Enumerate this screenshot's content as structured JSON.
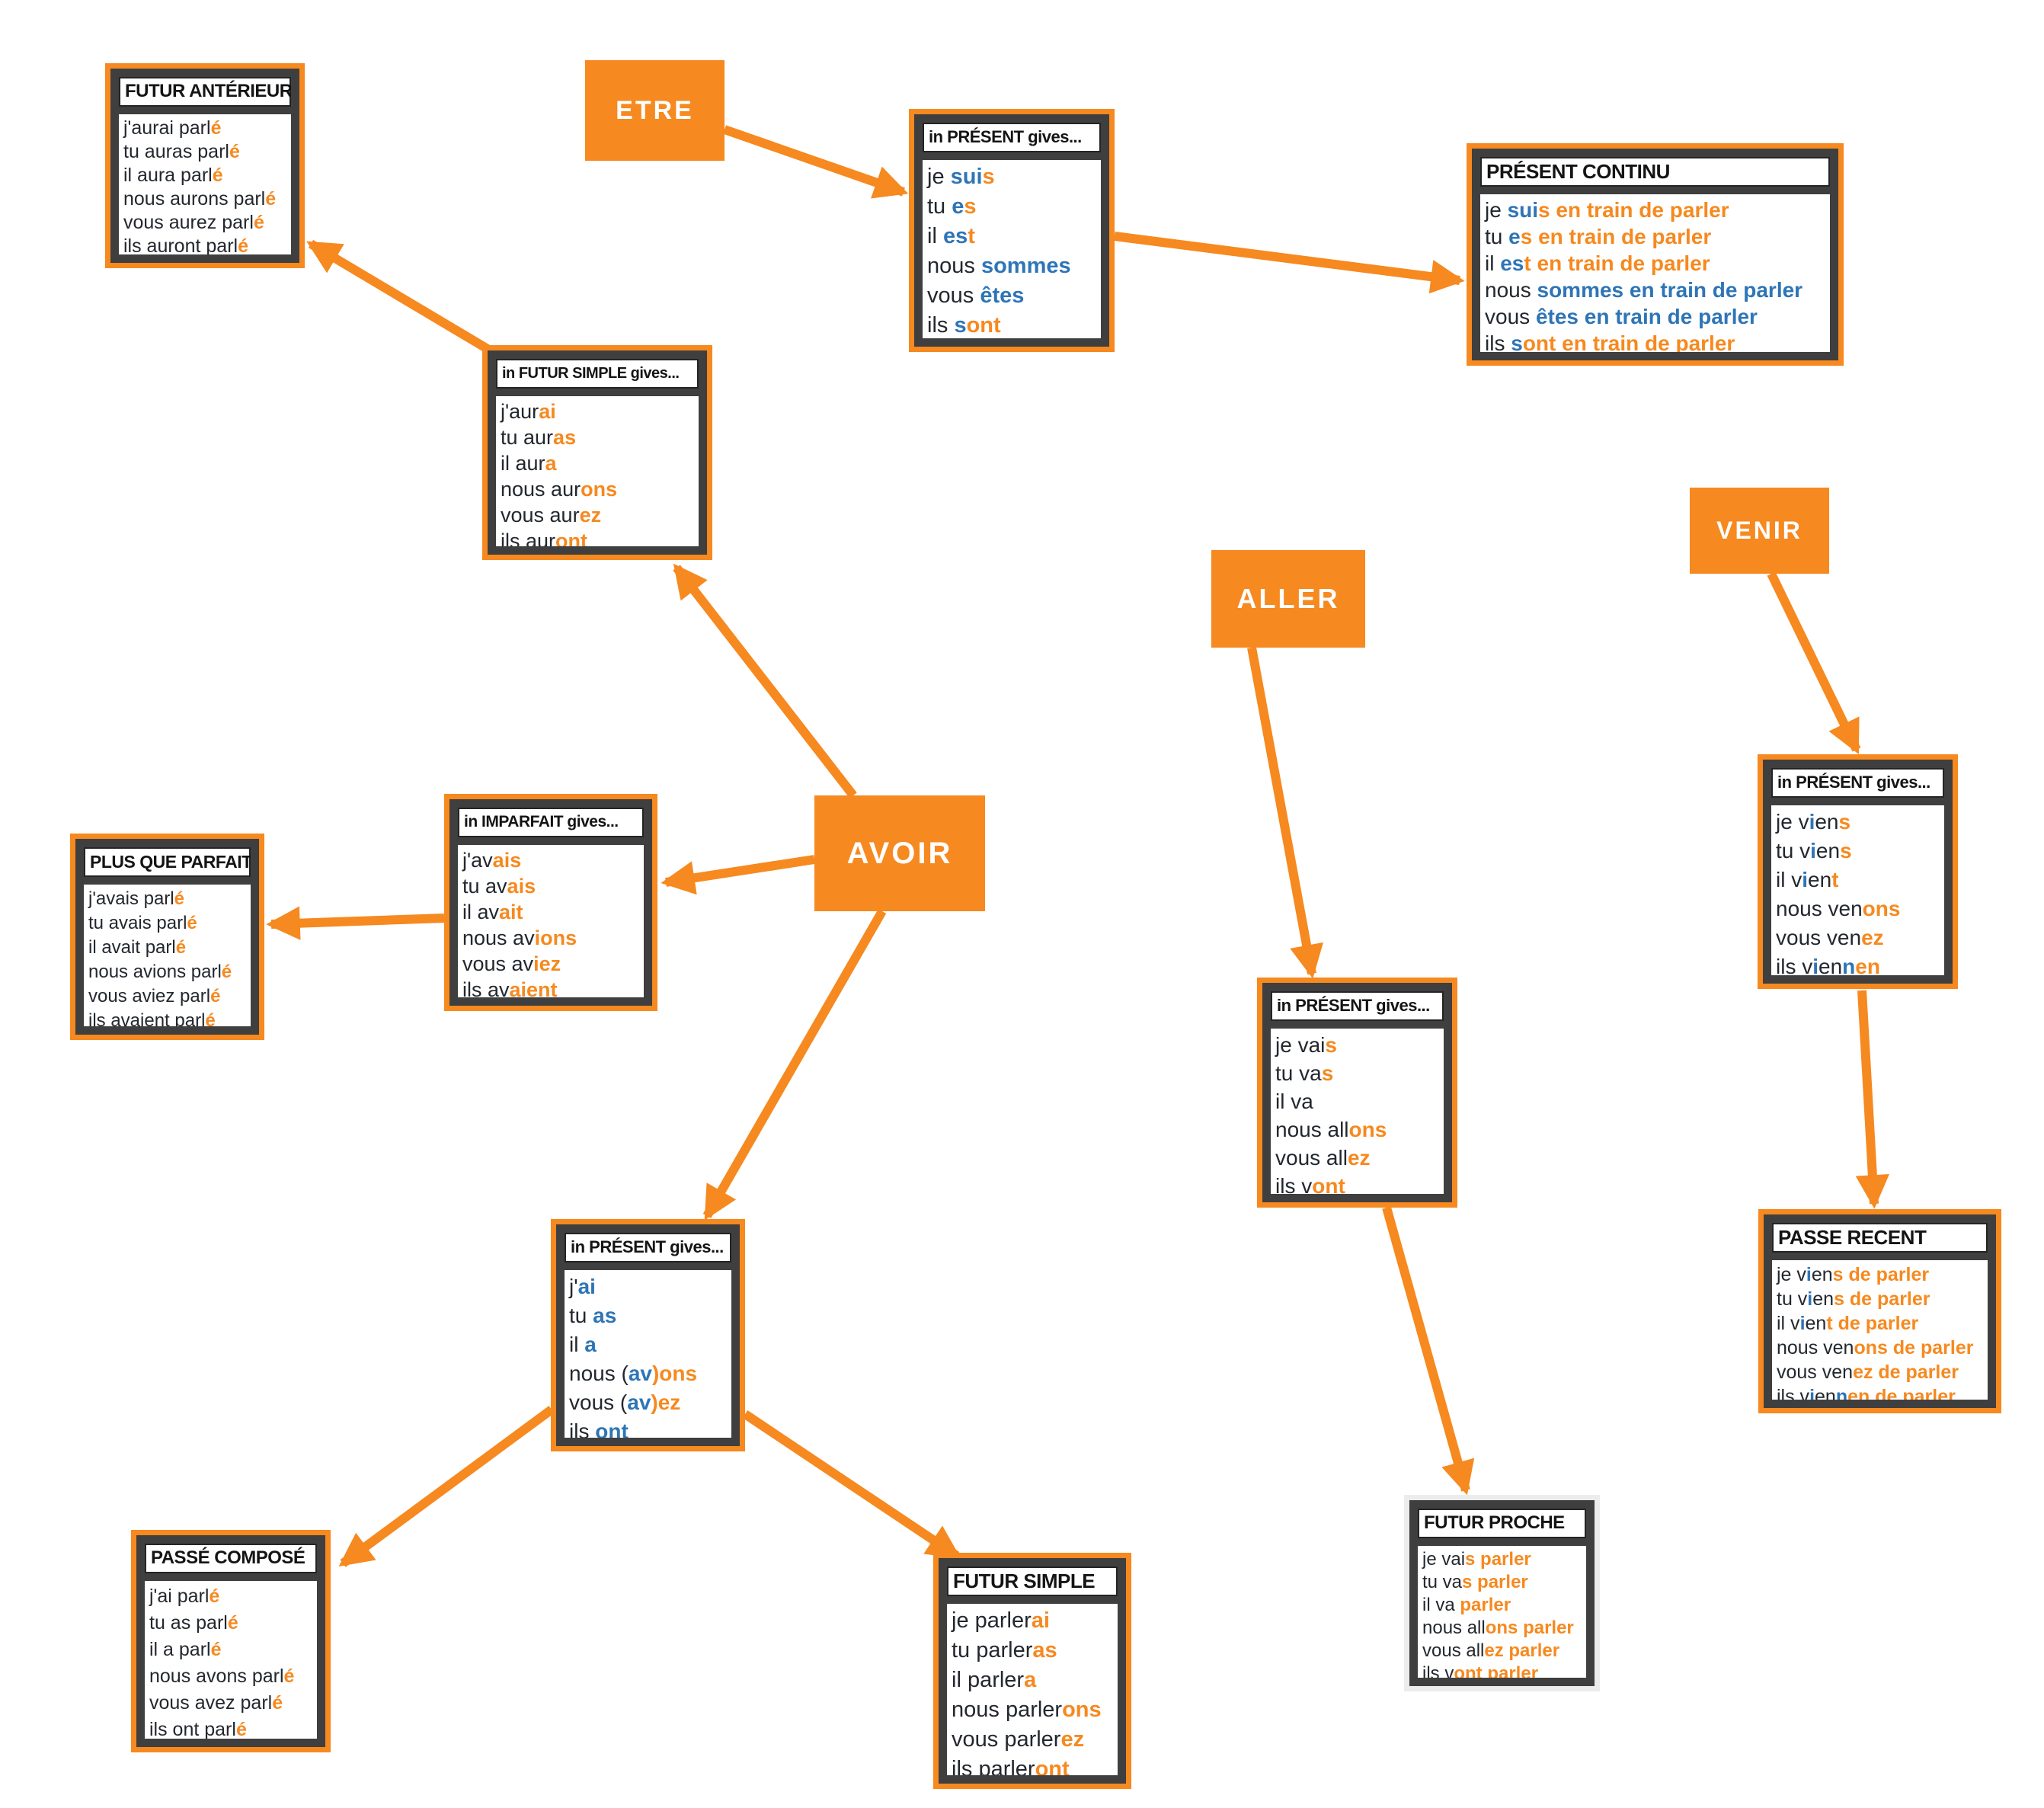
{
  "colors": {
    "accent_orange": "#F6891F",
    "accent_blue": "#2E75B6",
    "frame_dark": "#3F3F3F"
  },
  "verbs": {
    "etre": "ETRE",
    "avoir": "AVOIR",
    "aller": "ALLER",
    "venir": "VENIR"
  },
  "boxes": {
    "futur_anterieur": {
      "title": "FUTUR ANTÉRIEUR",
      "lines": [
        [
          [
            "j'aurai parl",
            "k"
          ],
          [
            "é",
            "o"
          ]
        ],
        [
          [
            "tu auras parl",
            "k"
          ],
          [
            "é",
            "o"
          ]
        ],
        [
          [
            "il aura parl",
            "k"
          ],
          [
            "é",
            "o"
          ]
        ],
        [
          [
            "nous aurons parl",
            "k"
          ],
          [
            "é",
            "o"
          ]
        ],
        [
          [
            "vous aurez parl",
            "k"
          ],
          [
            "é",
            "o"
          ]
        ],
        [
          [
            "ils auront parl",
            "k"
          ],
          [
            "é",
            "o"
          ]
        ]
      ]
    },
    "etre_present": {
      "title": "in PRÉSENT gives...",
      "lines": [
        [
          [
            "je ",
            "k"
          ],
          [
            "sui",
            "b"
          ],
          [
            "s",
            "o"
          ]
        ],
        [
          [
            "tu ",
            "k"
          ],
          [
            "e",
            "b"
          ],
          [
            "s",
            "o"
          ]
        ],
        [
          [
            "il ",
            "k"
          ],
          [
            "es",
            "b"
          ],
          [
            "t",
            "o"
          ]
        ],
        [
          [
            "nous ",
            "k"
          ],
          [
            "sommes",
            "b"
          ]
        ],
        [
          [
            "vous ",
            "k"
          ],
          [
            "êtes",
            "b"
          ]
        ],
        [
          [
            "ils ",
            "k"
          ],
          [
            "s",
            "b"
          ],
          [
            "ont",
            "o"
          ]
        ]
      ]
    },
    "present_continu": {
      "title": "PRÉSENT CONTINU",
      "lines": [
        [
          [
            "je ",
            "k"
          ],
          [
            "sui",
            "b"
          ],
          [
            "s en train de parler",
            "o"
          ]
        ],
        [
          [
            "tu ",
            "k"
          ],
          [
            "e",
            "b"
          ],
          [
            "s en train de parler",
            "o"
          ]
        ],
        [
          [
            "il ",
            "k"
          ],
          [
            "es",
            "b"
          ],
          [
            "t en train de parler",
            "o"
          ]
        ],
        [
          [
            "nous ",
            "k"
          ],
          [
            "sommes en train de parler",
            "b"
          ]
        ],
        [
          [
            "vous ",
            "k"
          ],
          [
            "êtes en train de parler",
            "b"
          ]
        ],
        [
          [
            "ils ",
            "k"
          ],
          [
            "s",
            "b"
          ],
          [
            "ont en train de parler",
            "o"
          ]
        ]
      ]
    },
    "futur_simple_gives": {
      "title": "in FUTUR SIMPLE gives...",
      "lines": [
        [
          [
            "j'aur",
            "k"
          ],
          [
            "ai",
            "o"
          ]
        ],
        [
          [
            "tu aur",
            "k"
          ],
          [
            "as",
            "o"
          ]
        ],
        [
          [
            "il aur",
            "k"
          ],
          [
            "a",
            "o"
          ]
        ],
        [
          [
            "nous aur",
            "k"
          ],
          [
            "ons",
            "o"
          ]
        ],
        [
          [
            "vous aur",
            "k"
          ],
          [
            "ez",
            "o"
          ]
        ],
        [
          [
            "ils aur",
            "k"
          ],
          [
            "ont",
            "o"
          ]
        ]
      ]
    },
    "imparfait_gives": {
      "title": "in IMPARFAIT gives...",
      "lines": [
        [
          [
            "j'av",
            "k"
          ],
          [
            "ais",
            "o"
          ]
        ],
        [
          [
            "tu av",
            "k"
          ],
          [
            "ais",
            "o"
          ]
        ],
        [
          [
            "il av",
            "k"
          ],
          [
            "ait",
            "o"
          ]
        ],
        [
          [
            "nous av",
            "k"
          ],
          [
            "ions",
            "o"
          ]
        ],
        [
          [
            "vous av",
            "k"
          ],
          [
            "iez",
            "o"
          ]
        ],
        [
          [
            "ils av",
            "k"
          ],
          [
            "aient",
            "o"
          ]
        ]
      ]
    },
    "plus_que_parfait": {
      "title": "PLUS QUE PARFAIT",
      "lines": [
        [
          [
            "j'avais parl",
            "k"
          ],
          [
            "é",
            "o"
          ]
        ],
        [
          [
            "tu avais parl",
            "k"
          ],
          [
            "é",
            "o"
          ]
        ],
        [
          [
            "il avait parl",
            "k"
          ],
          [
            "é",
            "o"
          ]
        ],
        [
          [
            "nous avions parl",
            "k"
          ],
          [
            "é",
            "o"
          ]
        ],
        [
          [
            "vous aviez parl",
            "k"
          ],
          [
            "é",
            "o"
          ]
        ],
        [
          [
            "ils avaient parl",
            "k"
          ],
          [
            "é",
            "o"
          ]
        ]
      ]
    },
    "avoir_present": {
      "title": "in PRÉSENT gives...",
      "lines": [
        [
          [
            "j'",
            "k"
          ],
          [
            "ai",
            "b"
          ]
        ],
        [
          [
            "tu ",
            "k"
          ],
          [
            "as",
            "b"
          ]
        ],
        [
          [
            "il ",
            "k"
          ],
          [
            "a",
            "b"
          ]
        ],
        [
          [
            "nous (",
            "k"
          ],
          [
            "av",
            "b"
          ],
          [
            ")ons",
            "o"
          ]
        ],
        [
          [
            "vous (",
            "k"
          ],
          [
            "av",
            "b"
          ],
          [
            ")ez",
            "o"
          ]
        ],
        [
          [
            "ils ",
            "k"
          ],
          [
            "ont",
            "b"
          ]
        ]
      ]
    },
    "passe_compose": {
      "title": "PASSÉ COMPOSÉ",
      "lines": [
        [
          [
            "j'ai parl",
            "k"
          ],
          [
            "é",
            "o"
          ]
        ],
        [
          [
            "tu as parl",
            "k"
          ],
          [
            "é",
            "o"
          ]
        ],
        [
          [
            "il a parl",
            "k"
          ],
          [
            "é",
            "o"
          ]
        ],
        [
          [
            "nous avons parl",
            "k"
          ],
          [
            "é",
            "o"
          ]
        ],
        [
          [
            "vous avez parl",
            "k"
          ],
          [
            "é",
            "o"
          ]
        ],
        [
          [
            "ils ont parl",
            "k"
          ],
          [
            "é",
            "o"
          ]
        ]
      ]
    },
    "futur_simple": {
      "title": "FUTUR SIMPLE",
      "lines": [
        [
          [
            "je parler",
            "k"
          ],
          [
            "ai",
            "o"
          ]
        ],
        [
          [
            "tu parler",
            "k"
          ],
          [
            "as",
            "o"
          ]
        ],
        [
          [
            "il parler",
            "k"
          ],
          [
            "a",
            "o"
          ]
        ],
        [
          [
            "nous parler",
            "k"
          ],
          [
            "ons",
            "o"
          ]
        ],
        [
          [
            "vous parler",
            "k"
          ],
          [
            "ez",
            "o"
          ]
        ],
        [
          [
            "ils parler",
            "k"
          ],
          [
            "ont",
            "o"
          ]
        ]
      ]
    },
    "aller_present": {
      "title": "in PRÉSENT gives...",
      "lines": [
        [
          [
            "je vai",
            "k"
          ],
          [
            "s",
            "o"
          ]
        ],
        [
          [
            "tu va",
            "k"
          ],
          [
            "s",
            "o"
          ]
        ],
        [
          [
            "il va",
            "k"
          ]
        ],
        [
          [
            "nous all",
            "k"
          ],
          [
            "ons",
            "o"
          ]
        ],
        [
          [
            "vous all",
            "k"
          ],
          [
            "ez",
            "o"
          ]
        ],
        [
          [
            "ils v",
            "k"
          ],
          [
            "ont",
            "o"
          ]
        ]
      ]
    },
    "futur_proche": {
      "title": "FUTUR PROCHE",
      "lines": [
        [
          [
            "je vai",
            "k"
          ],
          [
            "s parler",
            "o"
          ]
        ],
        [
          [
            "tu va",
            "k"
          ],
          [
            "s parler",
            "o"
          ]
        ],
        [
          [
            "il va ",
            "k"
          ],
          [
            "parler",
            "o"
          ]
        ],
        [
          [
            "nous all",
            "k"
          ],
          [
            "ons parler",
            "o"
          ]
        ],
        [
          [
            "vous all",
            "k"
          ],
          [
            "ez parler",
            "o"
          ]
        ],
        [
          [
            "ils v",
            "k"
          ],
          [
            "ont parler",
            "o"
          ]
        ]
      ]
    },
    "venir_present": {
      "title": "in PRÉSENT gives...",
      "lines": [
        [
          [
            "je v",
            "k"
          ],
          [
            "i",
            "b"
          ],
          [
            "en",
            "k"
          ],
          [
            "s",
            "o"
          ]
        ],
        [
          [
            "tu v",
            "k"
          ],
          [
            "i",
            "b"
          ],
          [
            "en",
            "k"
          ],
          [
            "s",
            "o"
          ]
        ],
        [
          [
            "il v",
            "k"
          ],
          [
            "i",
            "b"
          ],
          [
            "en",
            "k"
          ],
          [
            "t",
            "o"
          ]
        ],
        [
          [
            "nous ven",
            "k"
          ],
          [
            "ons",
            "o"
          ]
        ],
        [
          [
            "vous ven",
            "k"
          ],
          [
            "ez",
            "o"
          ]
        ],
        [
          [
            "ils v",
            "k"
          ],
          [
            "i",
            "b"
          ],
          [
            "en",
            "k"
          ],
          [
            "n",
            "b"
          ],
          [
            "en",
            "o"
          ]
        ]
      ]
    },
    "passe_recent": {
      "title": "PASSE RECENT",
      "lines": [
        [
          [
            "je v",
            "k"
          ],
          [
            "i",
            "b"
          ],
          [
            "en",
            "k"
          ],
          [
            "s de parler",
            "o"
          ]
        ],
        [
          [
            "tu v",
            "k"
          ],
          [
            "i",
            "b"
          ],
          [
            "en",
            "k"
          ],
          [
            "s de parler",
            "o"
          ]
        ],
        [
          [
            "il v",
            "k"
          ],
          [
            "i",
            "b"
          ],
          [
            "en",
            "k"
          ],
          [
            "t de parler",
            "o"
          ]
        ],
        [
          [
            "nous ven",
            "k"
          ],
          [
            "ons de parler",
            "o"
          ]
        ],
        [
          [
            "vous ven",
            "k"
          ],
          [
            "ez de parler",
            "o"
          ]
        ],
        [
          [
            "ils v",
            "k"
          ],
          [
            "i",
            "b"
          ],
          [
            "en",
            "k"
          ],
          [
            "n",
            "b"
          ],
          [
            "en de parler",
            "o"
          ]
        ]
      ]
    }
  },
  "connections": [
    {
      "from": "etre",
      "to": "etre_present"
    },
    {
      "from": "etre_present",
      "to": "present_continu"
    },
    {
      "from": "avoir",
      "to": "futur_simple_gives"
    },
    {
      "from": "futur_simple_gives",
      "to": "futur_anterieur"
    },
    {
      "from": "avoir",
      "to": "imparfait_gives"
    },
    {
      "from": "imparfait_gives",
      "to": "plus_que_parfait"
    },
    {
      "from": "avoir",
      "to": "avoir_present"
    },
    {
      "from": "avoir_present",
      "to": "passe_compose"
    },
    {
      "from": "avoir_present",
      "to": "futur_simple"
    },
    {
      "from": "aller",
      "to": "aller_present"
    },
    {
      "from": "aller_present",
      "to": "futur_proche"
    },
    {
      "from": "venir",
      "to": "venir_present"
    },
    {
      "from": "venir_present",
      "to": "passe_recent"
    }
  ]
}
